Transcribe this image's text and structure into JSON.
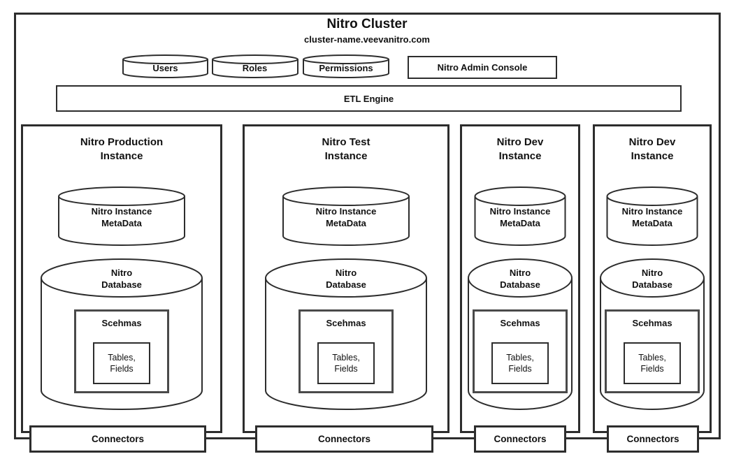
{
  "cluster": {
    "title": "Nitro Cluster",
    "subtitle": "cluster-name.veevanitro.com",
    "stores": [
      {
        "label": "Users"
      },
      {
        "label": "Roles"
      },
      {
        "label": "Permissions"
      }
    ],
    "admin_console_label": "Nitro Admin Console",
    "etl_engine_label": "ETL Engine"
  },
  "instances": [
    {
      "title_lines": [
        "Nitro Production",
        "Instance"
      ],
      "metadata_lines": [
        "Nitro Instance",
        "MetaData"
      ],
      "database_lines": [
        "Nitro",
        "Database"
      ],
      "schemas_label": "Scehmas",
      "tables_lines": [
        "Tables,",
        "Fields"
      ],
      "connectors_label": "Connectors"
    },
    {
      "title_lines": [
        "Nitro Test",
        "Instance"
      ],
      "metadata_lines": [
        "Nitro Instance",
        "MetaData"
      ],
      "database_lines": [
        "Nitro",
        "Database"
      ],
      "schemas_label": "Scehmas",
      "tables_lines": [
        "Tables,",
        "Fields"
      ],
      "connectors_label": "Connectors"
    },
    {
      "title_lines": [
        "Nitro Dev",
        "Instance"
      ],
      "metadata_lines": [
        "Nitro Instance",
        "MetaData"
      ],
      "database_lines": [
        "Nitro",
        "Database"
      ],
      "schemas_label": "Scehmas",
      "tables_lines": [
        "Tables,",
        "Fields"
      ],
      "connectors_label": "Connectors"
    },
    {
      "title_lines": [
        "Nitro Dev",
        "Instance"
      ],
      "metadata_lines": [
        "Nitro Instance",
        "MetaData"
      ],
      "database_lines": [
        "Nitro",
        "Database"
      ],
      "schemas_label": "Scehmas",
      "tables_lines": [
        "Tables,",
        "Fields"
      ],
      "connectors_label": "Connectors"
    }
  ],
  "colors": {
    "line": "#2d2d2d",
    "schemas-line": "#4a4a4a",
    "text": "#111111",
    "bg": "#ffffff"
  }
}
